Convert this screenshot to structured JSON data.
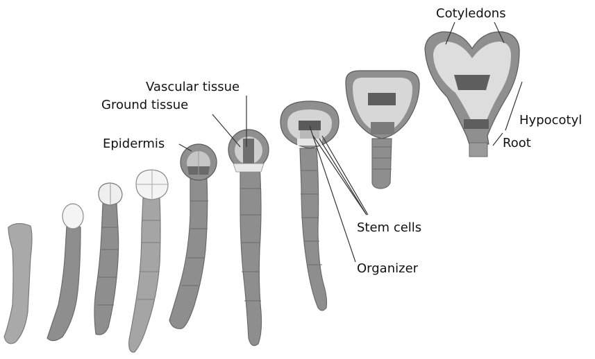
{
  "labels": {
    "cotyledons": "Cotyledons",
    "vascular_tissue": "Vascular tissue",
    "ground_tissue": "Ground tissue",
    "hypocotyl": "Hypocotyl",
    "epidermis": "Epidermis",
    "root": "Root",
    "stem_cells": "Stem cells",
    "organizer": "Organizer"
  },
  "colors": {
    "suspensor": "#8e8e8e",
    "suspensor_light": "#a9a9a9",
    "outline": "#5a5a5a",
    "epidermis": "#8f8f8f",
    "ground": "#c6c6c6",
    "vascular": "#6a6a6a",
    "pale": "#e4e4e4",
    "white_cell": "#f6f6f6",
    "stem_cell": "#bdbdbd",
    "organizer": "#565656",
    "line": "#333333",
    "text": "#111111"
  }
}
